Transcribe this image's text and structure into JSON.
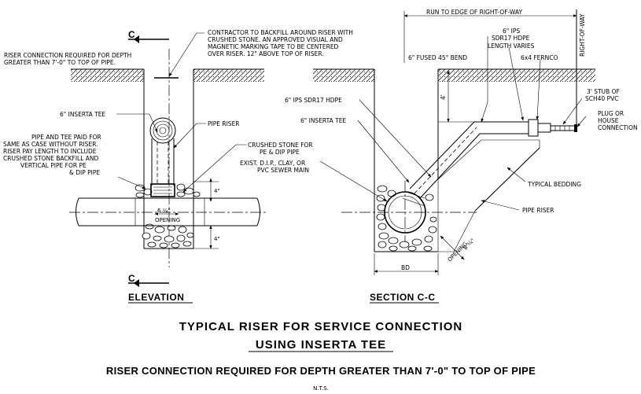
{
  "notes": {
    "riser_required_line1": "RISER CONNECTION REQUIRED FOR DEPTH",
    "riser_required_line2": "GREATER THAN 7'-0\" TO TOP OF PIPE.",
    "backfill_line1": "CONTRACTOR TO BACKFILL AROUND RISER WITH",
    "backfill_line2": "CRUSHED STONE.  AN APPROVED VISUAL AND",
    "backfill_line3": "MAGNETIC MARKING TAPE TO BE CENTERED",
    "backfill_line4": "OVER RISER.  12\" ABOVE TOP OF RISER.",
    "inserta_tee_left": "6\" INSERTA TEE",
    "pipe_riser_left": "PIPE RISER",
    "paid_line1": "PIPE AND TEE PAID FOR",
    "paid_line2": "SAME AS CASE WITHOUT RISER.",
    "paid_line3": "RISER PAY LENGTH TO INCLUDE",
    "paid_line4": "CRUSHED STONE BACKFILL AND",
    "paid_line5": "VERTICAL PIPE FOR PE",
    "paid_line6": "& DIP PIPE",
    "crushed_line1": "CRUSHED STONE FOR",
    "crushed_line2": "PE & DIP PIPE",
    "exist_line1": "EXIST. D.I.P., CLAY, OR",
    "exist_line2": "PVC SEWER MAIN",
    "opening_left": "6 ¼\"",
    "opening_left_label": "OPENING",
    "dim_4_upper": "4\"",
    "dim_4_lower": "4\"",
    "run_to_edge": "RUN TO EDGE OF RIGHT-OF-WAY",
    "right_of_way": "RIGHT-OF-WAY",
    "ips_line1": "6\" IPS",
    "ips_line2": "SDR17 HDPE",
    "ips_line3": "LENGTH VARIES",
    "fused_bend": "6\" FUSED 45° BEND",
    "fernco": "6x4 FERNCO",
    "dim_4ft": "4'",
    "stub_line1": "3' STUB OF",
    "stub_line2": "SCH40 PVC",
    "plug_line1": "PLUG OR",
    "plug_line2": "HOUSE",
    "plug_line3": "CONNECTION",
    "ips_sdr17_section": "6\" IPS SDR17 HDPE",
    "inserta_tee_section": "6\" INSERTA TEE",
    "typical_bedding": "TYPICAL BEDDING",
    "pipe_riser_section": "PIPE RISER",
    "opening_section": "6 ¼\"",
    "opening_section_label": "OPENING",
    "bd": "BD"
  },
  "cut_marks": {
    "top": "C",
    "bottom": "C"
  },
  "view_titles": {
    "elevation": "ELEVATION",
    "section": "SECTION C-C"
  },
  "titles": {
    "main_line1": "TYPICAL RISER FOR SERVICE CONNECTION",
    "main_line2": "USING INSERTA TEE",
    "requirement": "RISER CONNECTION REQUIRED FOR DEPTH GREATER THAN 7'-0\" TO TOP OF PIPE",
    "scale": "N.T.S."
  }
}
